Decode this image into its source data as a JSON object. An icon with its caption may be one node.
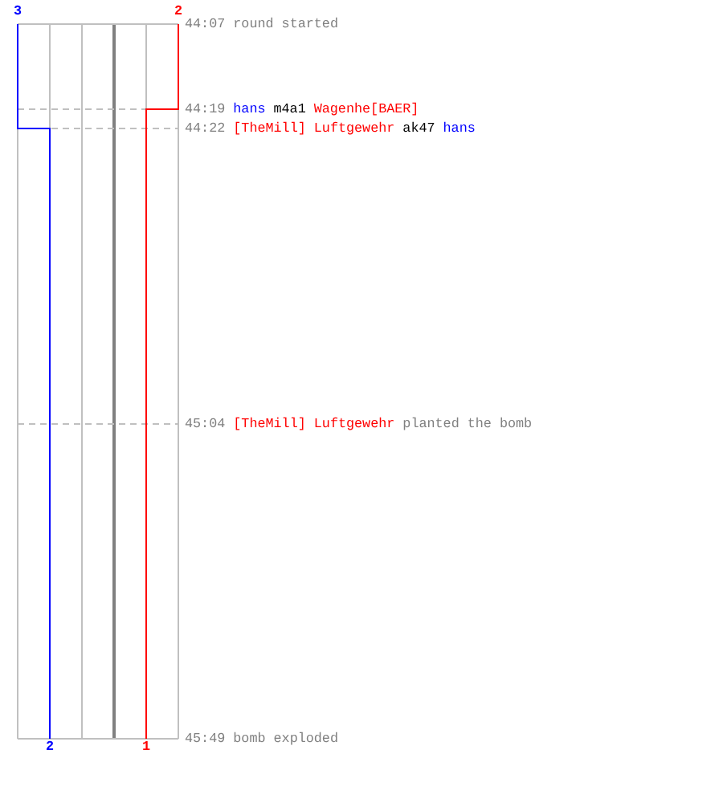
{
  "diagram": {
    "labels": [
      "3",
      "2",
      "44:07",
      "round started",
      "44:19",
      "hans",
      "m4a1",
      "Wagenhe[BAER]",
      "44:22",
      "[TheMill] Luftgewehr",
      "ak47",
      "hans",
      "45:04",
      "[TheMill] Luftgewehr",
      "planted the bomb",
      "2",
      "1",
      "45:49",
      "bomb exploded"
    ]
  }
}
